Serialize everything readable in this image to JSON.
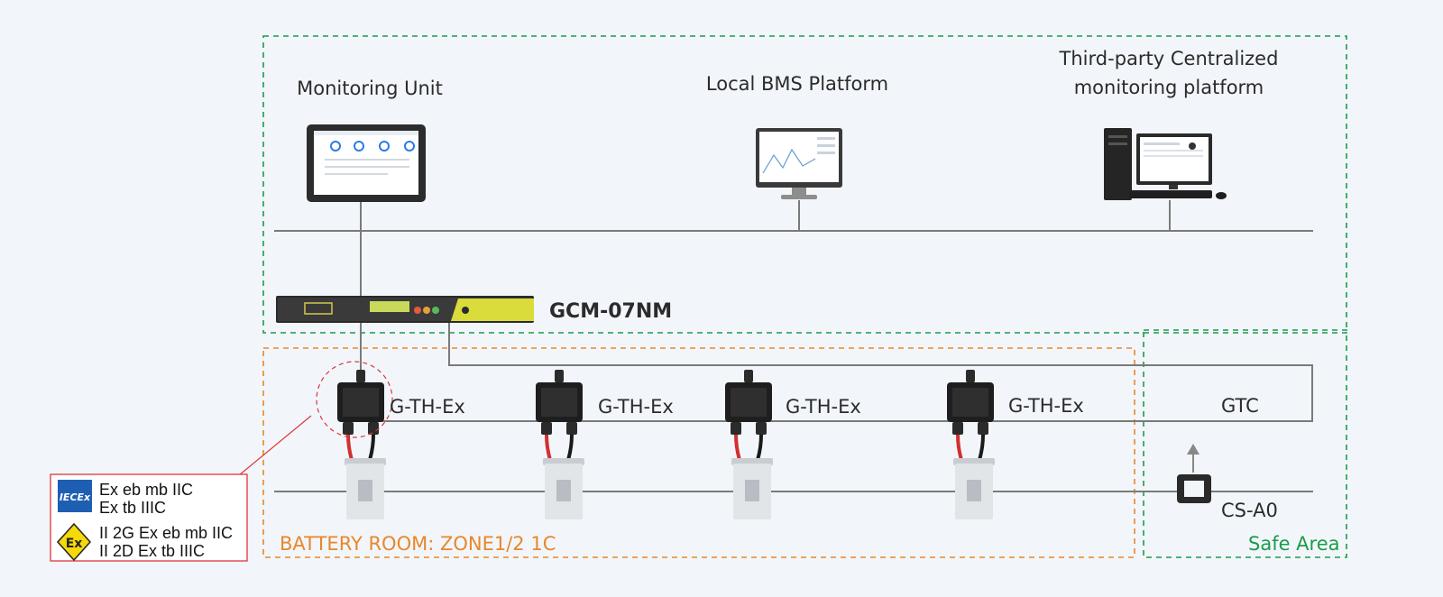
{
  "zones": {
    "top_color": "#1a9c4a",
    "battery_room": {
      "label": "BATTERY ROOM: ZONE1/2 1C",
      "color": "#e8872b"
    },
    "safe_area": {
      "label": "Safe Area",
      "color": "#1a9c4a"
    }
  },
  "devices": {
    "monitoring_unit": "Monitoring Unit",
    "local_bms": "Local BMS Platform",
    "third_party_line1": "Third-party Centralized",
    "third_party_line2": "monitoring platform",
    "gcm": "GCM-07NM",
    "gth": [
      "G-TH-Ex",
      "G-TH-Ex",
      "G-TH-Ex",
      "G-TH-Ex"
    ],
    "gtc": "GTC",
    "cs": "CS-A0"
  },
  "certification": {
    "border_color": "#e0343a",
    "iecex_logo": "IECEx",
    "iecex_lines": [
      "Ex eb mb IIC",
      "Ex tb IIIC"
    ],
    "atex_logo": "Ex",
    "atex_lines": [
      "II 2G Ex eb mb IIC",
      "II 2D Ex tb IIIC"
    ]
  },
  "icons": [
    "tablet-icon",
    "monitor-icon",
    "desktop-pc-icon",
    "rack-controller-icon",
    "sensor-module-icon",
    "battery-icon",
    "current-sensor-icon"
  ]
}
